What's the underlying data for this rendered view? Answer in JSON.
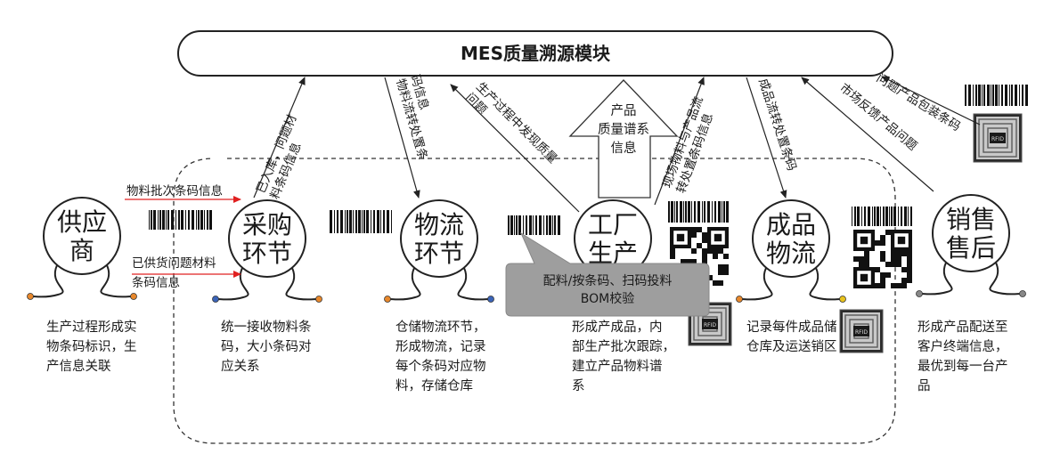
{
  "title": "MES质量溯源模块",
  "nodes": [
    {
      "id": "supplier",
      "lines": [
        "供应",
        "商"
      ],
      "desc": [
        "生产过程形成实",
        "物条码标识，生",
        "产信息关联"
      ]
    },
    {
      "id": "purchase",
      "lines": [
        "采购",
        "环节"
      ],
      "desc": [
        "统一接收物料条",
        "码，大小条码对",
        "应关系"
      ]
    },
    {
      "id": "logistics",
      "lines": [
        "物流",
        "环节"
      ],
      "desc": [
        "仓储物流环节，",
        "形成物流，记录",
        "每个条码对应物",
        "料，存储仓库"
      ]
    },
    {
      "id": "factory",
      "lines": [
        "工厂",
        "生产"
      ],
      "desc": [
        "形成产成品，内",
        "部生产批次跟踪，",
        "建立产品物料谱",
        "系"
      ]
    },
    {
      "id": "finished",
      "lines": [
        "成品",
        "物流"
      ],
      "desc": [
        "记录每件成品储",
        "仓库及运送销区"
      ]
    },
    {
      "id": "aftersales",
      "lines": [
        "销售",
        "售后"
      ],
      "desc": [
        "形成产品配送至",
        "客户终端信息，",
        "最优到每一台产",
        "品"
      ]
    }
  ],
  "flows": {
    "batch_barcode": "物料批次条码信息",
    "supplied_issue": [
      "已供货问题材料",
      "条码信息"
    ],
    "to_mes_purchase": [
      "已入库，问题材",
      "料条码信息"
    ],
    "to_mes_logistics": [
      "物料流转处置条",
      "码信息"
    ],
    "from_mes_production": [
      "生产过程中发现质量",
      "问题"
    ],
    "product_genealogy": [
      "产品",
      "质量谱系",
      "信息"
    ],
    "to_mes_factory": [
      "现场物料与产品流",
      "转处置条码信息"
    ],
    "to_mes_finished": [
      "成品流转处置条码"
    ],
    "from_mes_market": [
      "市场反馈产品问题"
    ],
    "issue_packaging": [
      "问题产品包装条码"
    ]
  },
  "callout": [
    "配料/按条码、扫码投料",
    "BOM校验"
  ],
  "rfid_label": "RFID"
}
